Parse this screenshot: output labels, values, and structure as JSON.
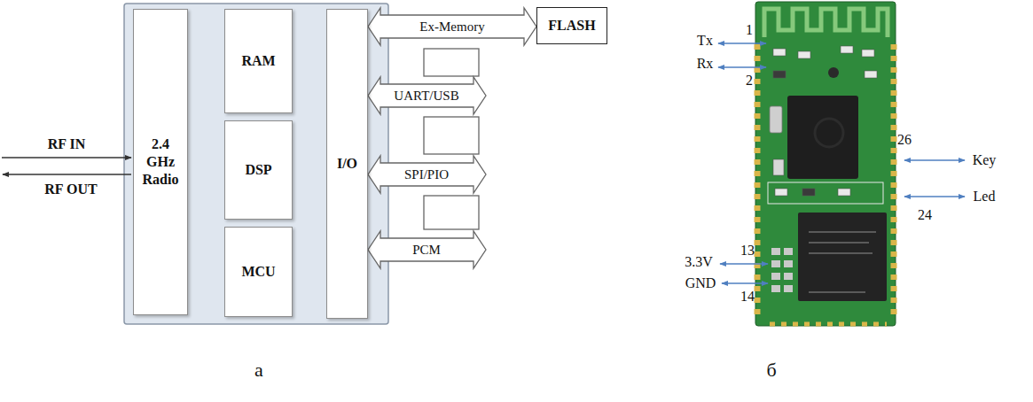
{
  "diagram": {
    "nodes": [
      {
        "text": [
          "2.4 GHz Radio"
        ]
      },
      {
        "text": [
          "RAM"
        ]
      },
      {
        "text": [
          "DSP"
        ]
      },
      {
        "text": [
          "MCU"
        ]
      },
      {
        "text": [
          "I/O"
        ]
      },
      {
        "text": [
          "FLASH"
        ]
      }
    ],
    "edges": [
      {
        "from": 4,
        "to": 5,
        "arrow": "both",
        "label": "Ex-Memory"
      }
    ],
    "labels": [
      "RF IN",
      "RF OUT",
      "UART/USB",
      "SPI/PIO",
      "PCM",
      "а",
      "Tx",
      "1",
      "Rx",
      "2",
      "26",
      "Key",
      "Led",
      "24",
      "3.3V",
      "13",
      "GND",
      "14",
      "б"
    ]
  }
}
